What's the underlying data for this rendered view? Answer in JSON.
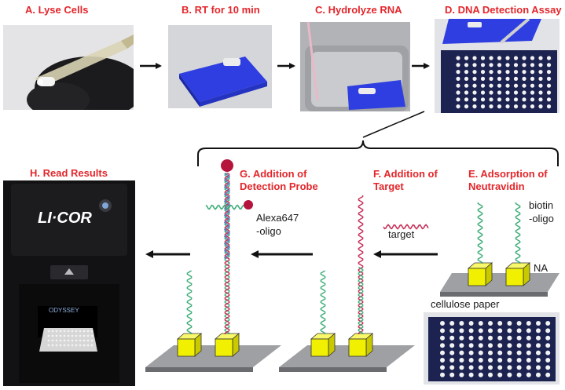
{
  "steps": {
    "a": "A. Lyse Cells",
    "b": "B. RT for 10 min",
    "c": "C. Hydrolyze RNA",
    "d": "D. DNA Detection Assay",
    "e_line1": "E. Adsorption of",
    "e_line2": "Neutravidin",
    "f_line1": "F. Addition of",
    "f_line2": "Target",
    "g_line1": "G. Addition of",
    "g_line2": "Detection Probe",
    "h": "H. Read Results"
  },
  "labels": {
    "biotin_line1": "biotin",
    "biotin_line2": "-oligo",
    "alexa_line1": "Alexa647",
    "alexa_line2": "-oligo",
    "target": "target",
    "na": "NA",
    "cellulose": "cellulose paper",
    "instrument_brand": "LI·COR",
    "instrument_model": "ODYSSEY"
  },
  "colors": {
    "title_red": "#e3262b",
    "tip_blue": "#2f3fd6",
    "paper_navy": "#1c2350",
    "yellow_block": "#f0f000",
    "green_strand": "#3fae7a",
    "magenta_strand": "#c8325a",
    "probe_dot": "#b5143c"
  }
}
